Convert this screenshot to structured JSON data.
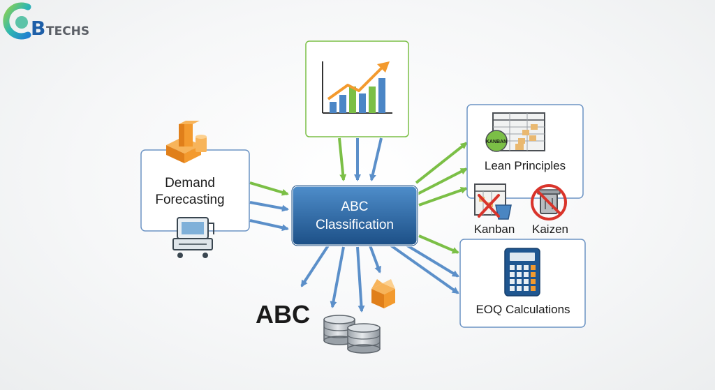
{
  "logo": {
    "mark": "B",
    "text": "TECHS"
  },
  "nodes": {
    "demand": {
      "line1": "Demand",
      "line2": "Forecasting"
    },
    "abc": {
      "line1": "ABC",
      "line2": "Classification"
    },
    "lean": {
      "label": "Lean Principles",
      "kanban_tag": "KANBAN"
    },
    "kanban": {
      "label": "Kanban"
    },
    "kaizen": {
      "label": "Kaizen"
    },
    "eoq": {
      "label": "EOQ Calculations"
    },
    "abc_text": {
      "label": "ABC"
    }
  },
  "colors": {
    "arrow_green": "#7bbf46",
    "arrow_blue": "#5b8fc9",
    "box_border_blue": "#6b93c4",
    "box_border_green": "#7bbf46",
    "abc_fill_top": "#4a86c2",
    "abc_fill_bottom": "#1f5690",
    "orange": "#f39a2e",
    "red": "#d9342b"
  },
  "icons": [
    "logo-icon",
    "growth-chart-icon",
    "orange-blocks-icon",
    "monitor-cart-icon",
    "kanban-board-icon",
    "kanban-bin-icon",
    "kaizen-no-waste-icon",
    "calculator-icon",
    "database-icon",
    "orange-box-icon"
  ]
}
